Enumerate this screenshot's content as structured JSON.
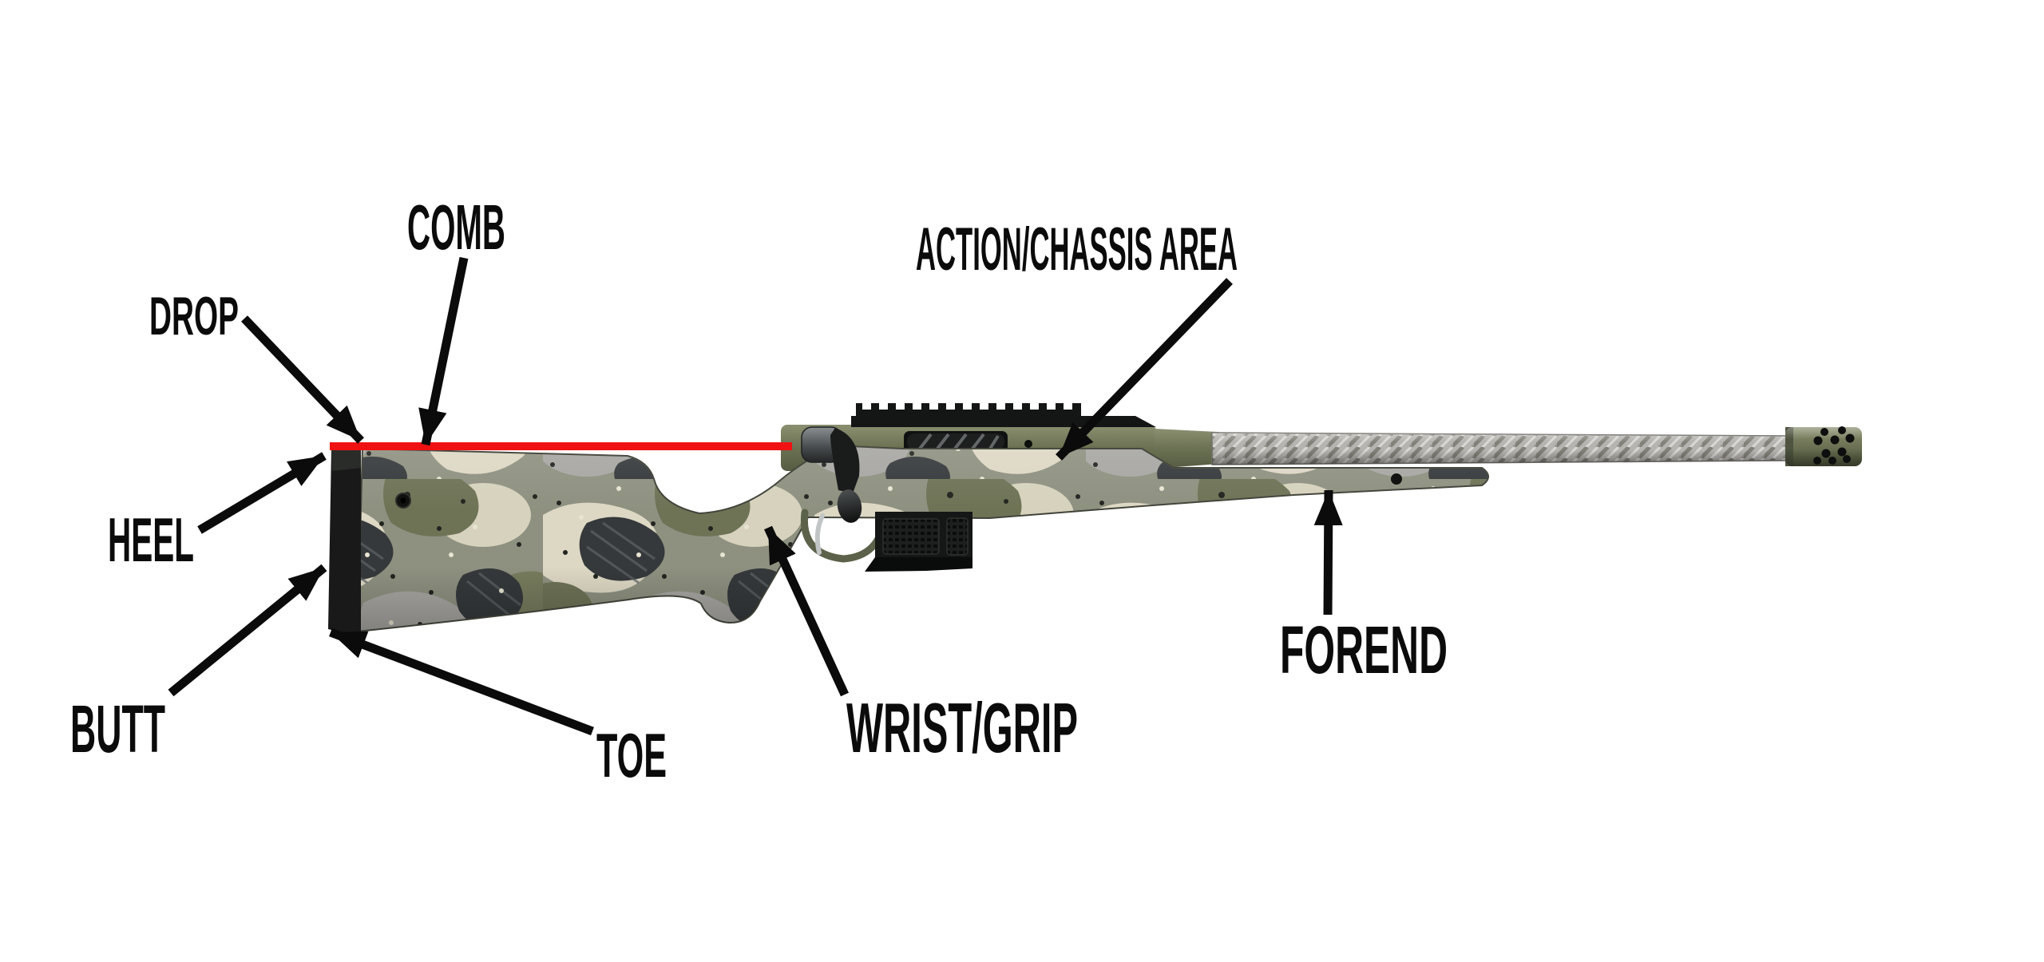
{
  "page": {
    "background": "#ffffff"
  },
  "labels": {
    "comb": "COMB",
    "drop": "DROP",
    "heel": "HEEL",
    "butt": "BUTT",
    "toe": "TOE",
    "wrist_grip": "WRIST/GRIP",
    "action_chassis": "ACTION/CHASSIS AREA",
    "forend": "FOREND"
  },
  "colors": {
    "sight_line": "#f01212",
    "annotation": "#0b0b0b",
    "camo_bone": "#ddd8c4",
    "camo_gray": "#a7a6a2",
    "camo_olive": "#6e7356",
    "camo_charcoal": "#35393b",
    "metal_olive": "#6b7152",
    "carbon_gray": "#b5b4b0",
    "hardware_black": "#151616"
  }
}
